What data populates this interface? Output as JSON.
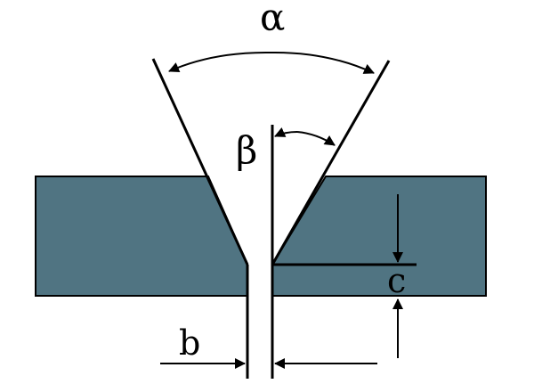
{
  "labels": {
    "included_angle": "α",
    "bevel_angle": "β",
    "root_gap": "b",
    "root_face": "c"
  },
  "colors": {
    "plate_fill": "#507482",
    "line": "#000000",
    "background": "#ffffff"
  }
}
